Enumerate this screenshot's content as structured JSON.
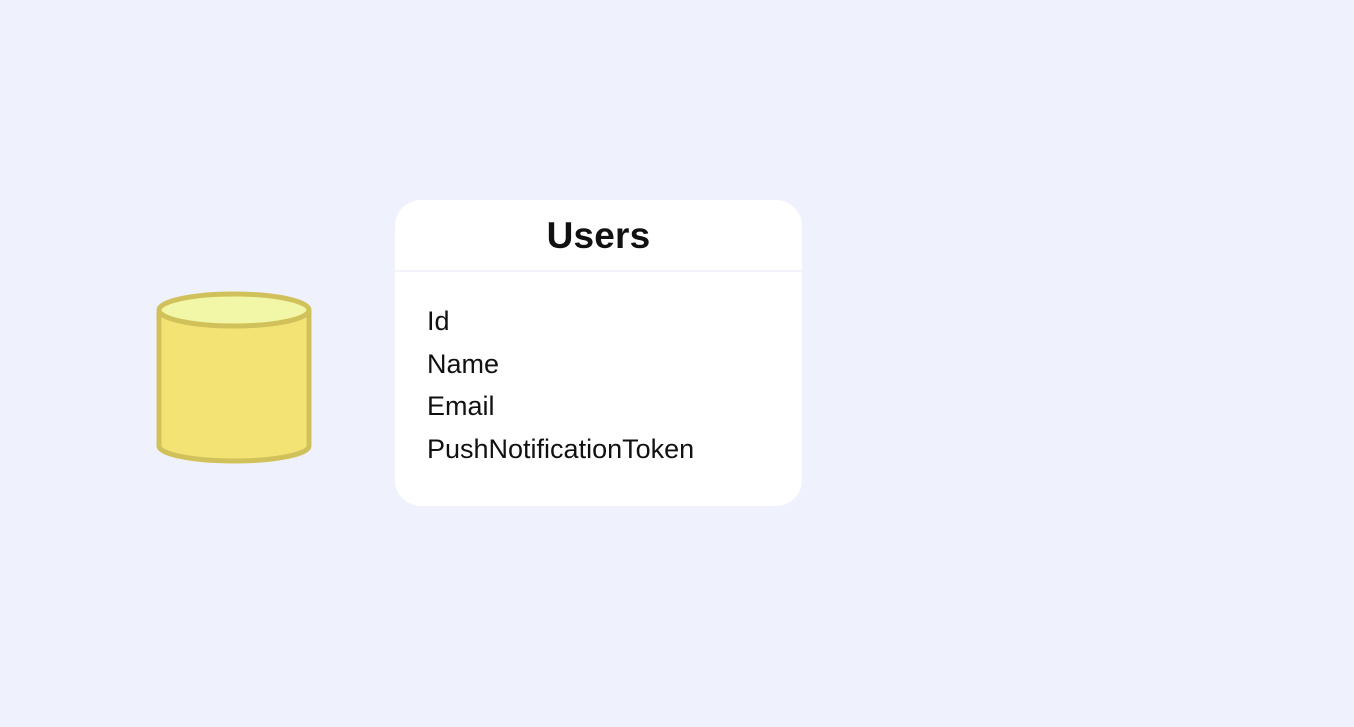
{
  "database": {
    "icon": "database-cylinder-icon",
    "fill_color": "#f3e274",
    "top_color": "#f1f7a6",
    "stroke_color": "#d1c15a"
  },
  "table": {
    "title": "Users",
    "fields": [
      "Id",
      "Name",
      "Email",
      "PushNotificationToken"
    ]
  },
  "colors": {
    "background": "#eff2fd",
    "card": "#ffffff",
    "text": "#111111"
  }
}
